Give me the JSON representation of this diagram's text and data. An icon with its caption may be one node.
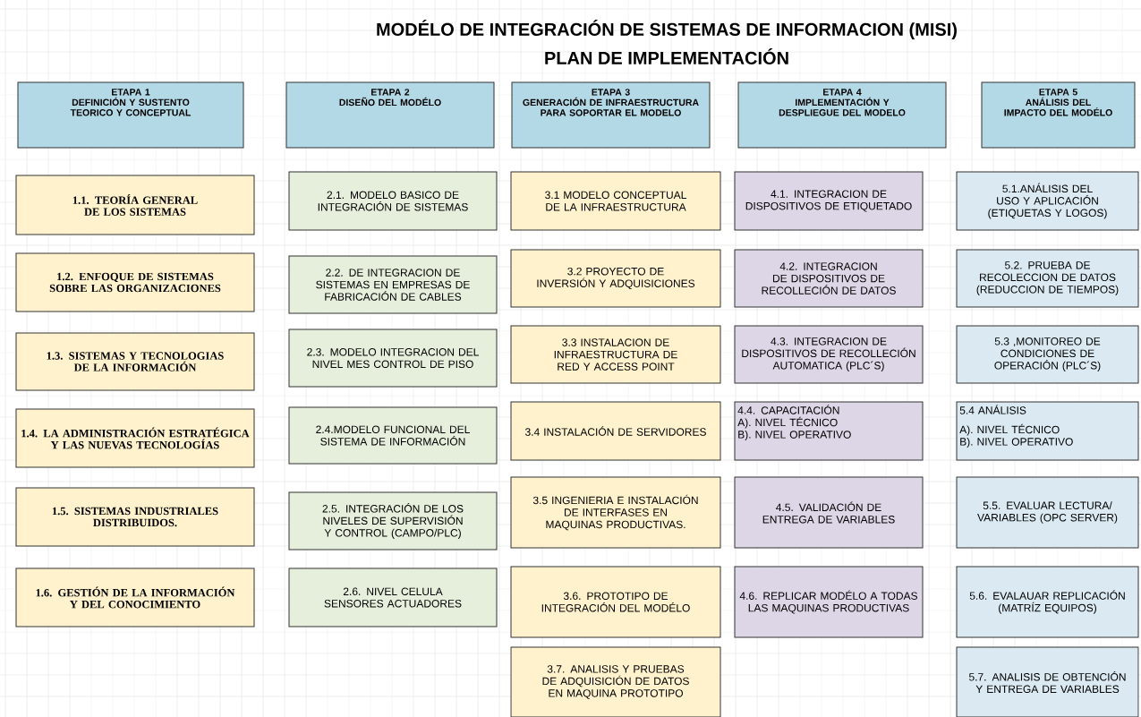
{
  "diagram": {
    "title": "MODÉLO DE INTEGRACIÓN DE SISTEMAS DE INFORMACION (MISI)",
    "labels": [
      "PLAN DE IMPLEMENTACIÓN"
    ],
    "nodes": [
      {
        "text": [
          "ETAPA 1",
          "DEFINICIÓN Y SUSTENTO TEORICO Y CONCEPTUAL"
        ]
      },
      {
        "text": [
          "1.1. TEORÍA GENERAL DE LOS SISTEMAS"
        ]
      },
      {
        "text": [
          "1.2. ENFOQUE DE SISTEMAS SOBRE LAS ORGANIZACIONES"
        ]
      },
      {
        "text": [
          "1.3. SISTEMAS Y TECNOLOGIAS DE LA INFORMACIÓN"
        ]
      },
      {
        "text": [
          "1.4. LA ADMINISTRACIÓN ESTRATÉGICA Y LAS NUEVAS TECNOLOGÍAS"
        ]
      },
      {
        "text": [
          "1.5. SISTEMAS INDUSTRIALES DISTRIBUIDOS."
        ]
      },
      {
        "text": [
          "1.6. GESTIÓN DE LA INFORMACIÓN Y DEL CONOCIMIENTO"
        ]
      },
      {
        "text": [
          "ETAPA 2",
          "DISEÑO DEL MODÉLO"
        ]
      },
      {
        "text": [
          "2.1. MODELO BASICO DE INTEGRACIÓN DE SISTEMAS"
        ]
      },
      {
        "text": [
          "2.2. DE INTEGRACION DE SISTEMAS EN EMPRESAS DE FABRICACIÓN DE CABLES"
        ]
      },
      {
        "text": [
          "2.3. MODELO INTEGRACION DEL NIVEL MES CONTROL DE PISO"
        ]
      },
      {
        "text": [
          "2.4.MODELO FUNCIONAL DEL SISTEMA DE INFORMACIÓN"
        ]
      },
      {
        "text": [
          "2.5. INTEGRACIÓN DE LOS NIVELES DE SUPERVISIÓN Y CONTROL (CAMPO/PLC)"
        ]
      },
      {
        "text": [
          "2.6. NIVEL CELULA SENSORES ACTUADORES"
        ]
      },
      {
        "text": [
          "ETAPA 3",
          "GENERACIÓN DE INFRAESTRUCTURA PARA SOPORTAR EL MODELO"
        ]
      },
      {
        "text": [
          "3.1 MODELO CONCEPTUAL DE LA INFRAESTRUCTURA"
        ]
      },
      {
        "text": [
          "3.2 PROYECTO DE INVERSIÓN Y ADQUISICIONES"
        ]
      },
      {
        "text": [
          "3.3 INSTALACION DE INFRAESTRUCTURA DE RED Y ACCESS POINT"
        ]
      },
      {
        "text": [
          "3.4 INSTALACIÓN DE SERVIDORES"
        ]
      },
      {
        "text": [
          "3.5 INGENIERIA E INSTALACIÓN DE INTERFASES EN MAQUINAS PRODUCTIVAS."
        ]
      },
      {
        "text": [
          "3.6. PROTOTIPO DE INTEGRACIÓN DEL MODÉLO"
        ]
      },
      {
        "text": [
          "3.7. ANALISIS Y PRUEBAS DE ADQUISICIÓN DE DATOS EN MAQUINA PROTOTIPO"
        ]
      },
      {
        "text": [
          "ETAPA 4",
          "IMPLEMENTACIÓN Y DESPLIEGUE DEL MODELO"
        ]
      },
      {
        "text": [
          "4.1. INTEGRACION DE DISPOSITIVOS DE ETIQUETADO"
        ]
      },
      {
        "text": [
          "4.2. INTEGRACION DE DISPOSITIVOS DE RECOLLECIÓN DE DATOS"
        ]
      },
      {
        "text": [
          "4.3. INTEGRACION DE DISPOSITIVOS DE RECOLLECIÓN AUTOMATICA (PLC´S)"
        ]
      },
      {
        "text": [
          "4.4. CAPACITACIÓN",
          "A). NIVEL TÉCNICO",
          "B). NIVEL OPERATIVO"
        ]
      },
      {
        "text": [
          "4.5. VALIDACIÓN DE ENTREGA DE VARIABLES"
        ]
      },
      {
        "text": [
          "4.6. REPLICAR MODÉLO A TODAS LAS MAQUINAS PRODUCTIVAS"
        ]
      },
      {
        "text": [
          "ETAPA 5",
          "ANÁLISIS DEL IMPACTO DEL MODÉLO"
        ]
      },
      {
        "text": [
          "5.1.ANÁLISIS DEL USO Y APLICACIÓN (ETIQUETAS Y LOGOS)"
        ]
      },
      {
        "text": [
          "5.2. PRUEBA DE RECOLECCION DE DATOS (REDUCCION DE TIEMPOS)"
        ]
      },
      {
        "text": [
          "5.3 ,MONITOREO DE CONDICIONES DE OPERACIÓN (PLC´S)"
        ]
      },
      {
        "text": [
          "5.4 ANÁLISIS",
          "A). NIVEL TÉCNICO",
          "B). NIVEL OPERATIVO"
        ]
      },
      {
        "text": [
          "5.5. EVALUAR LECTURA/ VARIABLES (OPC SERVER)"
        ]
      },
      {
        "text": [
          "5.6. EVALAUAR REPLICACIÓN (MATRÍZ EQUIPOS)"
        ]
      },
      {
        "text": [
          "5.7. ANALISIS DE OBTENCIÓN Y ENTREGA DE VARIABLES"
        ]
      }
    ],
    "edges": []
  }
}
